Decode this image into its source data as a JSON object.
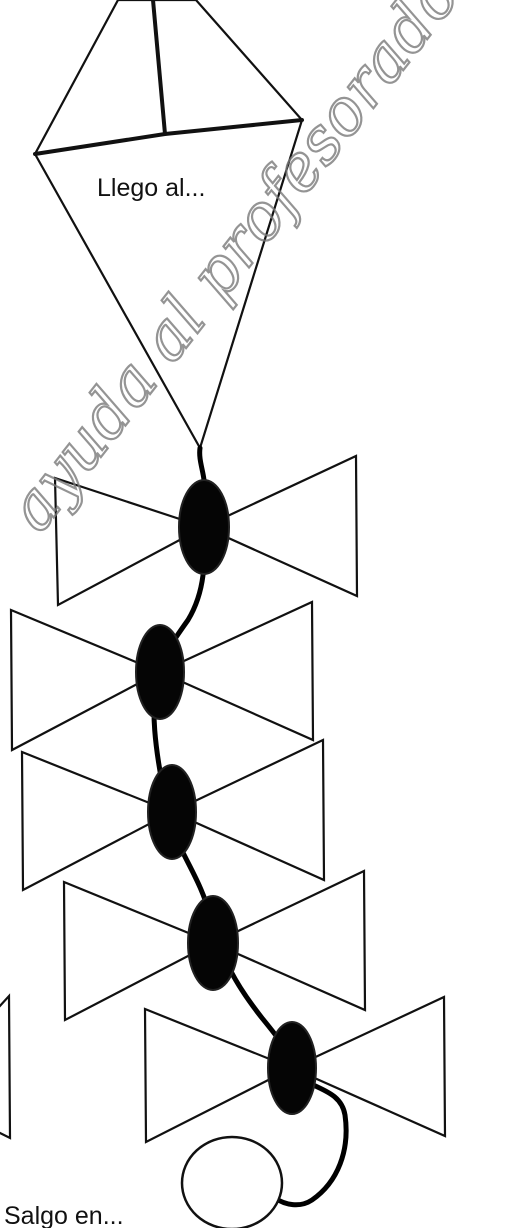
{
  "worksheet": {
    "goal_label": "Llego al...",
    "start_label": "Salgo en...",
    "watermark": "ayuda al profesorado",
    "ink_color": "#111111",
    "paper_color": "#ffffff",
    "watermark_color": "#7a7a7a"
  }
}
